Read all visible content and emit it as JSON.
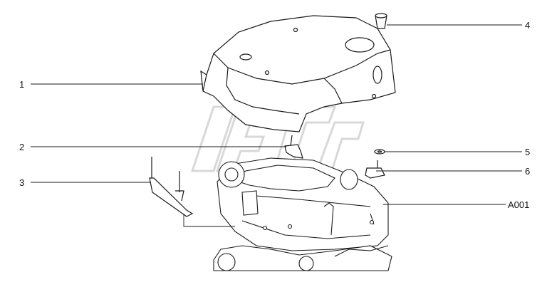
{
  "callouts": [
    {
      "id": "1",
      "text": "1"
    },
    {
      "id": "2",
      "text": "2"
    },
    {
      "id": "3",
      "text": "3"
    },
    {
      "id": "4",
      "text": "4"
    },
    {
      "id": "5",
      "text": "5"
    },
    {
      "id": "6",
      "text": "6"
    },
    {
      "id": "A001",
      "text": "A001"
    }
  ],
  "colors": {
    "line": "#1a1a1a",
    "watermark": "#d8d8d8",
    "fill": "#ffffff"
  }
}
